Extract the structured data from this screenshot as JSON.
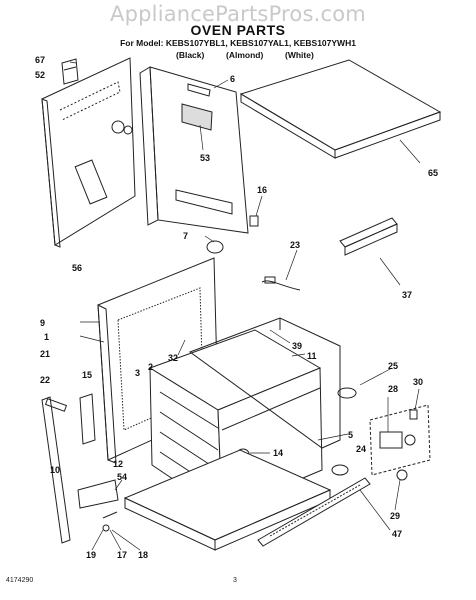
{
  "watermark": "AppliancePartsPros.com",
  "title": "OVEN PARTS",
  "models_line": "For Model: KEBS107YBL1, KEBS107YAL1, KEBS107YWH1",
  "colors": [
    "(Black)",
    "(Almond)",
    "(White)"
  ],
  "footer": {
    "doc_number": "4174290",
    "page_number": "3"
  },
  "parts": {
    "p67": "67",
    "p52": "52",
    "p6": "6",
    "p53": "53",
    "p65": "65",
    "p16": "16",
    "p56": "56",
    "p7": "7",
    "p23": "23",
    "p37": "37",
    "p9": "9",
    "p1": "1",
    "p21": "21",
    "p32": "32",
    "p39": "39",
    "p11": "11",
    "p22": "22",
    "p15": "15",
    "p3": "3",
    "p2": "2",
    "p25": "25",
    "p28": "28",
    "p30": "30",
    "p12": "12",
    "p5": "5",
    "p14": "14",
    "p24": "24",
    "p10": "10",
    "p54": "54",
    "p29": "29",
    "p47": "47",
    "p19": "19",
    "p17": "17",
    "p18": "18"
  }
}
